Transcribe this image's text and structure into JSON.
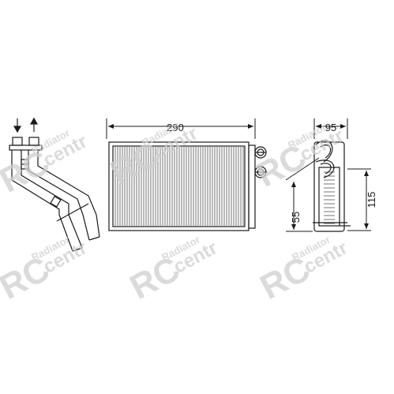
{
  "dimensions": {
    "width": "290",
    "depth": "95",
    "height": "115",
    "pipe_spacing": "55"
  },
  "flow_arrows": [
    "↓",
    "↑"
  ],
  "watermark": {
    "logo": "RC",
    "word_top": "Radiator",
    "word_bottom": "centr"
  },
  "colors": {
    "line": "#1a1a1a",
    "watermark": "#cfcfcf"
  }
}
